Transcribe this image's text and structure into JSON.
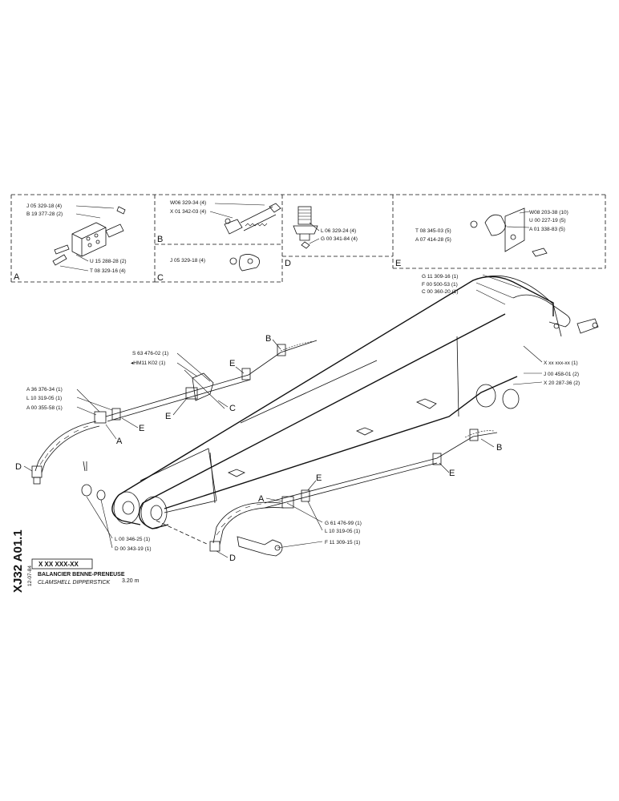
{
  "insets": {
    "A": {
      "letter": "A",
      "labels": [
        "J 05 329-18 (4)",
        "B 19 377-28 (2)",
        "U 15 288-28 (2)",
        "T 08 329-16 (4)"
      ]
    },
    "B": {
      "letter": "B",
      "labels": [
        "W06 329-34 (4)",
        "X 01 342-03 (4)"
      ]
    },
    "C": {
      "letter": "C",
      "labels": [
        "J 05 329-18 (4)"
      ]
    },
    "D": {
      "letter": "D",
      "labels": [
        "L 06 329-24 (4)",
        "G 00 341-84 (4)"
      ]
    },
    "E": {
      "letter": "E",
      "labels": [
        "W08 203-38 (10)",
        "U 00 227-19 (5)",
        "A 01 338-83 (5)",
        "T 08 345-03 (5)",
        "A 07 414-28 (5)"
      ]
    }
  },
  "callouts": {
    "top_right_stack": [
      "G 11 309-16 (1)",
      "F 00 500-53 (1)",
      "C 00 360-20 (1)"
    ],
    "right_stack": [
      "X xx xxx-xx (1)",
      "J 00 458-01 (2)",
      "X 20 287-36 (2)"
    ],
    "mid_left_stack": [
      "S 63 476-02 (1)",
      "HM11 K02 (1)"
    ],
    "left_stack": [
      "A 36 376-34 (1)",
      "L 10 319-05 (1)",
      "A 00 355-58 (1)"
    ],
    "lower_left_stack": [
      "L 00 346-25 (1)",
      "D 00 343-19 (1)"
    ],
    "lower_mid_stack": [
      "G 61 476-99 (1)",
      "L 10 319-05 (1)",
      "F 11 309-15 (1)"
    ]
  },
  "diagram_letters": {
    "B_top": "B",
    "E_top": "E",
    "C_mid": "C",
    "E_left": "E",
    "E_leftb": "E",
    "A_left": "A",
    "D_left": "D",
    "B_right": "B",
    "E_right": "E",
    "E_low": "E",
    "A_low": "A",
    "D_low": "D"
  },
  "title_block": {
    "doc_code": "XJ32 A01.1",
    "date": "12-07-84",
    "part_number": "X XX XXX-XX",
    "title_fr": "BALANCIER BENNE-PRENEUSE",
    "title_en": "CLAMSHELL DIPPERSTICK",
    "size": "3.20 m"
  }
}
